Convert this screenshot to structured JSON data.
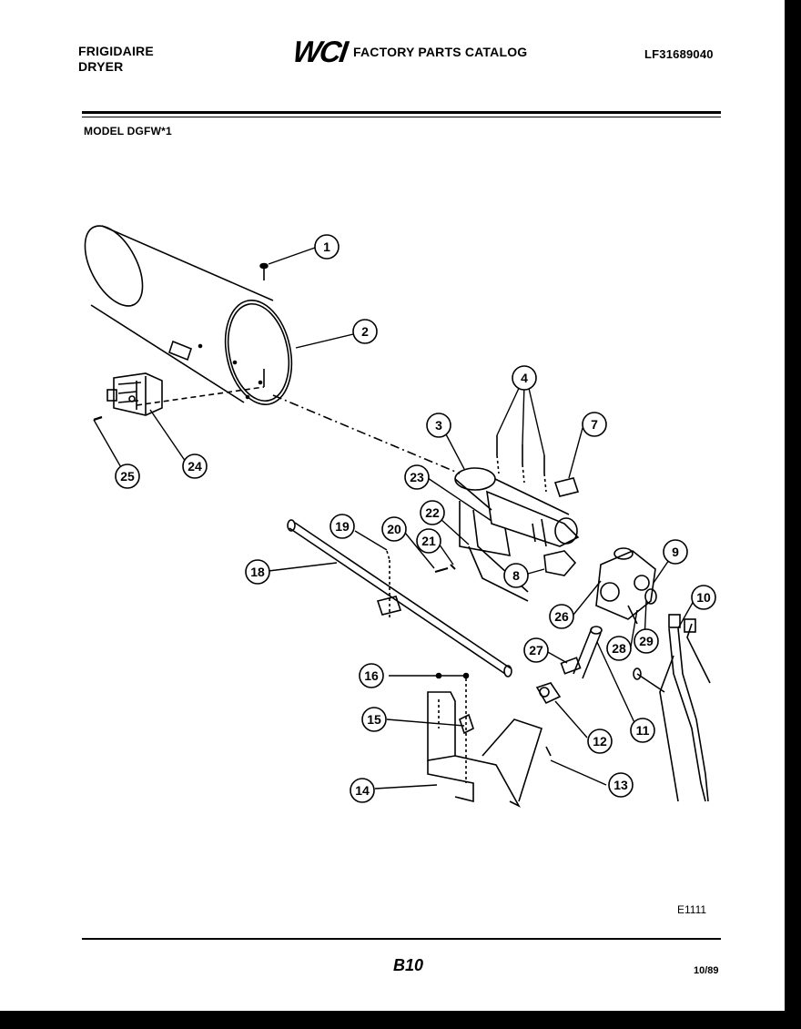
{
  "header": {
    "brand_line1": "FRIGIDAIRE",
    "brand_line2": "DRYER",
    "logo": "WCI",
    "catalog_title": "FACTORY PARTS CATALOG",
    "document_number": "LF31689040",
    "model": "MODEL DGFW*1"
  },
  "footer": {
    "drawing_code": "E1111",
    "page": "B10",
    "date": "10/89"
  },
  "callouts": [
    "1",
    "2",
    "3",
    "4",
    "7",
    "8",
    "9",
    "10",
    "11",
    "12",
    "13",
    "14",
    "15",
    "16",
    "18",
    "19",
    "20",
    "21",
    "22",
    "23",
    "24",
    "25",
    "26",
    "27",
    "28",
    "29"
  ]
}
